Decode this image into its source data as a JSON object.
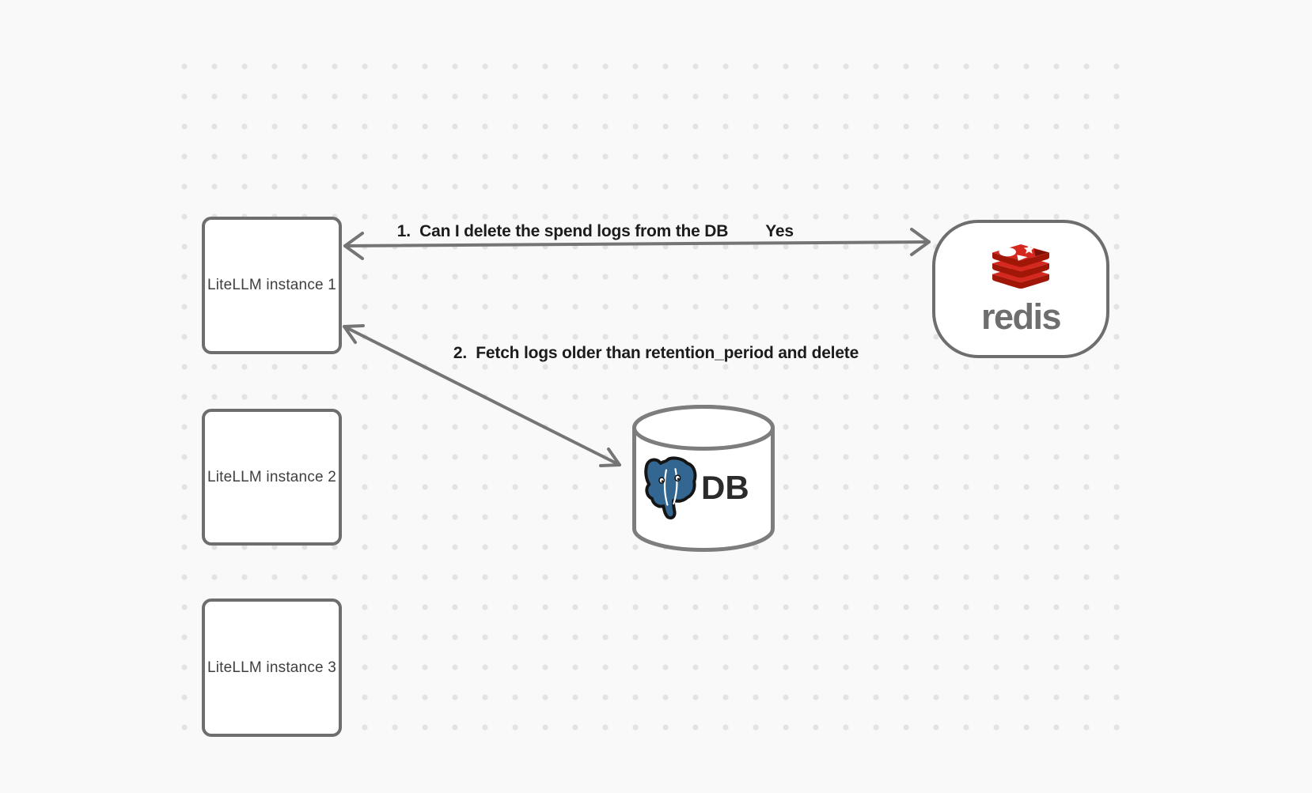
{
  "diagram": {
    "nodes": {
      "litellm_instances": [
        {
          "label": "LiteLLM instance 1"
        },
        {
          "label": "LiteLLM instance 2"
        },
        {
          "label": "LiteLLM instance 3"
        }
      ],
      "redis": {
        "label": "redis",
        "icon": "redis-cube-stack-icon"
      },
      "database": {
        "label": "DB",
        "icon": "postgresql-elephant-icon",
        "shape": "cylinder"
      }
    },
    "arrows": [
      {
        "label": "1.  Can I delete the spend logs from the DB",
        "response_label": "Yes",
        "from": "LiteLLM instance 1",
        "to": "redis",
        "double_headed": true
      },
      {
        "label": "2.  Fetch logs older than retention_period and delete",
        "from": "LiteLLM instance 1",
        "to": "DB",
        "double_headed": true
      }
    ],
    "colors": {
      "canvas_background": "#f9f9f9",
      "grid_dot": "#e3e3e3",
      "shape_border": "#6e6e6e",
      "arrow": "#757575",
      "edge_label_text": "#1c1c1c",
      "node_text": "#3f3f3f",
      "redis_red": "#d5281f",
      "redis_dark_red": "#a01708",
      "redis_wordmark": "#6e6e6e",
      "postgres_blue": "#336791",
      "db_text": "#2b2b2b"
    }
  }
}
